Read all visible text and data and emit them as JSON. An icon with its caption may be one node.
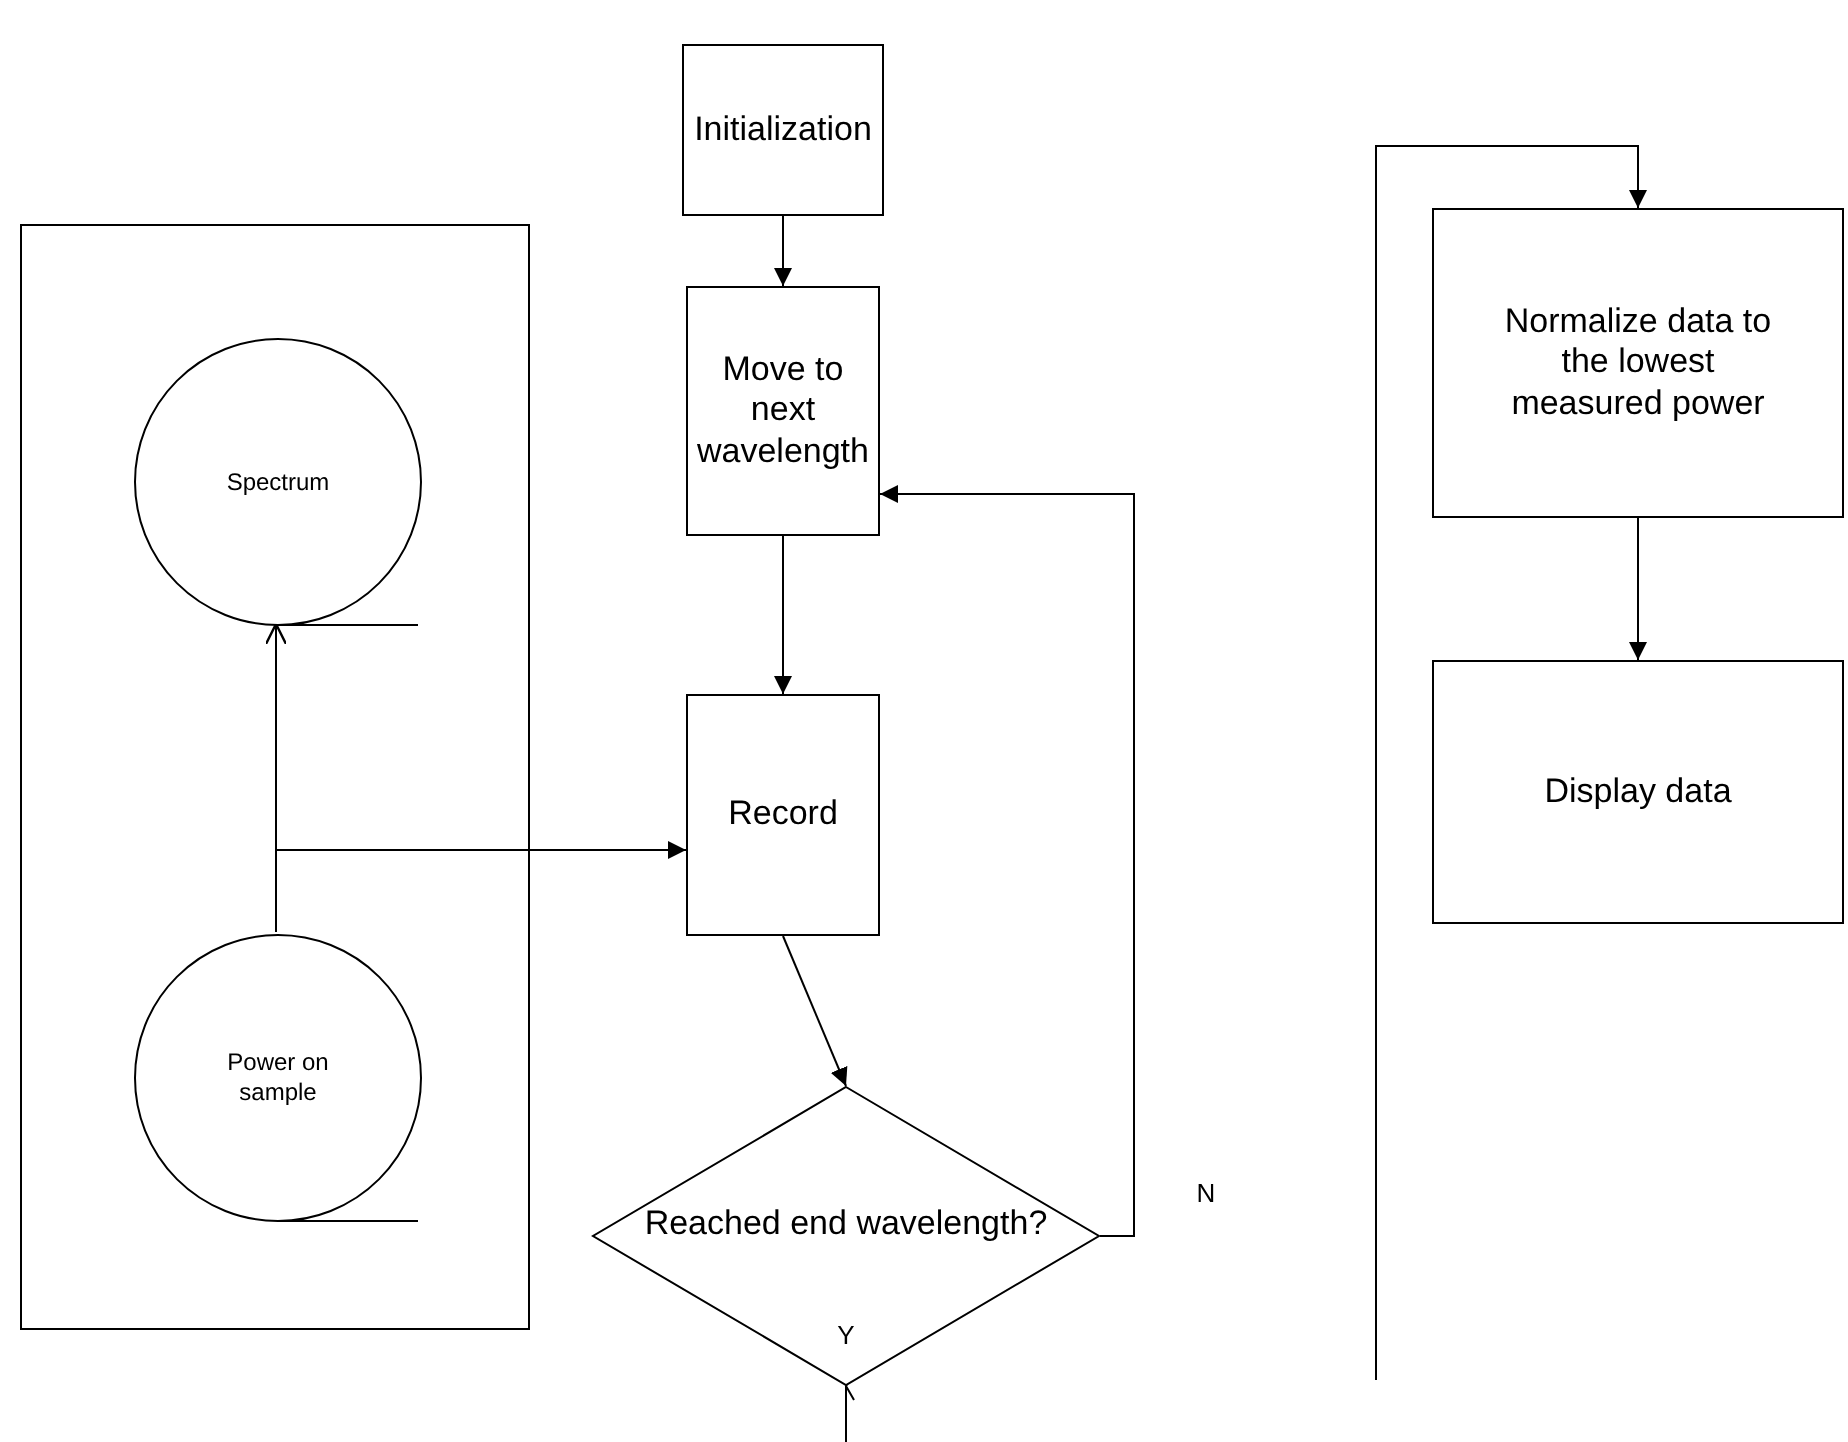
{
  "diagram": {
    "nodes": [
      {
        "text": [],
        "shape": "box"
      },
      {
        "text": [
          "Spectrum"
        ],
        "in": 0
      },
      {
        "text": [
          "Power on sample"
        ],
        "in": 0
      },
      {
        "text": [
          "Initialization"
        ]
      },
      {
        "text": [
          "Move to next wavelength"
        ]
      },
      {
        "text": [
          "Record"
        ]
      },
      {
        "text": [
          "Reached end wavelength?"
        ]
      },
      {
        "text": [
          "Normalize data to the lowest measured power"
        ]
      },
      {
        "text": [
          "Display data"
        ]
      }
    ],
    "edges": [
      {
        "from": 3,
        "to": 4,
        "arrow": "to"
      },
      {
        "from": 4,
        "to": 5,
        "arrow": "to"
      },
      {
        "from": 5,
        "to": 6,
        "arrow": "to"
      },
      {
        "from": 6,
        "to": 4,
        "arrow": "to",
        "label": "N"
      },
      {
        "from": 2,
        "to": 1,
        "arrow": "to"
      },
      {
        "from": 2,
        "to": 5,
        "arrow": "to"
      },
      {
        "from": 6,
        "to": null,
        "arrow": "other",
        "label": "Y"
      },
      {
        "from": null,
        "to": 7,
        "arrow": "to"
      },
      {
        "from": 7,
        "to": 8,
        "arrow": "to"
      }
    ]
  }
}
